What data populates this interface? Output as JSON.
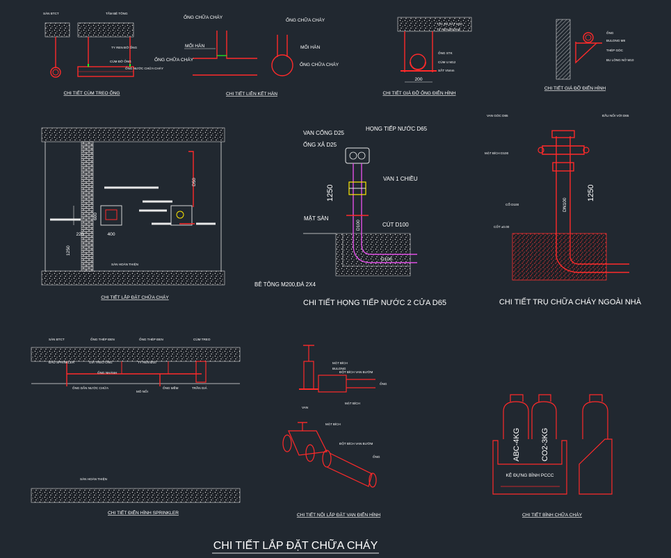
{
  "drawing": {
    "main_title": "CHI TIẾT LẮP ĐẶT CHỮA CHÁY",
    "details": [
      {
        "id": "cum-treo-ong",
        "title": "CHI TIẾT CÙM TREO ỐNG",
        "labels": [
          "SÀN BTCT",
          "TẤM BÊ TÔNG",
          "TY REN ĐỠ ỐNG",
          "CÙM ĐỠ ỐNG",
          "ỐNG NƯỚC CHỮA CHÁY"
        ]
      },
      {
        "id": "lien-ket-han",
        "title": "CHI TIẾT LIÊN KẾT HÀN",
        "labels": [
          "ỐNG CHỮA CHÁY",
          "MỐI HÀN",
          "ỐNG CHỮA CHÁY",
          "ỐNG CHỮA CHÁY",
          "MỐI HÀN",
          "ỐNG CHỮA CHÁY"
        ]
      },
      {
        "id": "gia-do-ong",
        "title": "CHI TIẾT GIÁ ĐỠ ỐNG ĐIỂN HÌNH",
        "labels": [
          "TẮC KÊ SẮT M10",
          "TY REN Ø10mm",
          "ỐNG STK",
          "CÙM U M12",
          "SẮT V5mm"
        ],
        "dimension": "200"
      },
      {
        "id": "gia-do-dien-hinh",
        "title": "CHI TIẾT GIÁ ĐỠ ĐIỂN HÌNH",
        "labels": [
          "ỐNG",
          "BULONG M8",
          "THÉP GÓC",
          "BU LÔNG NỞ M10"
        ]
      },
      {
        "id": "lap-dat-chua-chay",
        "title": "CHI TIẾT LẮP ĐẶT CHỮA CHÁY",
        "labels": [
          "SÀN HOÀN THIỆN"
        ],
        "dims": [
          "D50",
          "600",
          "400",
          "220",
          "1250"
        ]
      },
      {
        "id": "hong-tiep-nuoc",
        "title": "CHI TIẾT HỌNG TIẾP NƯỚC 2 CỬA D65",
        "labels": [
          "HỌNG TIẾP NƯỚC D65",
          "VAN CỔNG D25",
          "ỐNG XẢ D25",
          "VAN 1 CHIỀU",
          "MẶT SÀN",
          "CÚT D100",
          "BÊ TÔNG M200,ĐÁ 2X4"
        ],
        "dims": [
          "1250",
          "D100",
          "D100"
        ]
      },
      {
        "id": "tru-chua-chay",
        "title": "CHI TIẾT TRỤ CHỮA CHÁY NGOÀI NHÀ",
        "labels": [
          "VAN GÓC D65",
          "ĐẦU NỐI VỚI D65",
          "MẶT BÍCH D100",
          "CỔ D100",
          "CỐT ±0.00"
        ],
        "dims": [
          "DN100",
          "1250"
        ]
      },
      {
        "id": "sprinkler",
        "title": "CHI TIẾT ĐIỂN HÌNH SPRINKLER",
        "labels": [
          "SÀN BTCT",
          "ỐNG THÉP ĐEN",
          "ỐNG THÉP ĐEN",
          "CÙM TREO",
          "ĐẦU SPRINKLER",
          "GIÁ TREO ỐNG",
          "TY REN Ø10",
          "ỐNG NHÁNH",
          "ỐNG DẪN NƯỚC CHỮA",
          "MÔ NỐI",
          "ỐNG MỀM",
          "TRẦN GIẢ",
          "SÀN HOÀN THIỆN"
        ]
      },
      {
        "id": "van-dien-hinh",
        "title": "CHI TIẾT NỐI LẮP ĐẶT VAN ĐIỂN HÌNH",
        "labels": [
          "VAN",
          "MẶT BÍCH",
          "BULONG",
          "ĐỘT BÍCH VAN BƯỚM",
          "ỐNG",
          "MẶT BÍCH",
          "MẶT BÍCH",
          "ĐỘT BÍCH VAN BƯỚM",
          "ỐNG"
        ]
      },
      {
        "id": "binh-chua-chay",
        "title": "CHI TIẾT BÌNH CHỮA CHÁY",
        "labels": [
          "ABC-4KG",
          "CO2-3KG",
          "KỆ ĐỰNG BÌNH PCCC"
        ]
      }
    ]
  }
}
